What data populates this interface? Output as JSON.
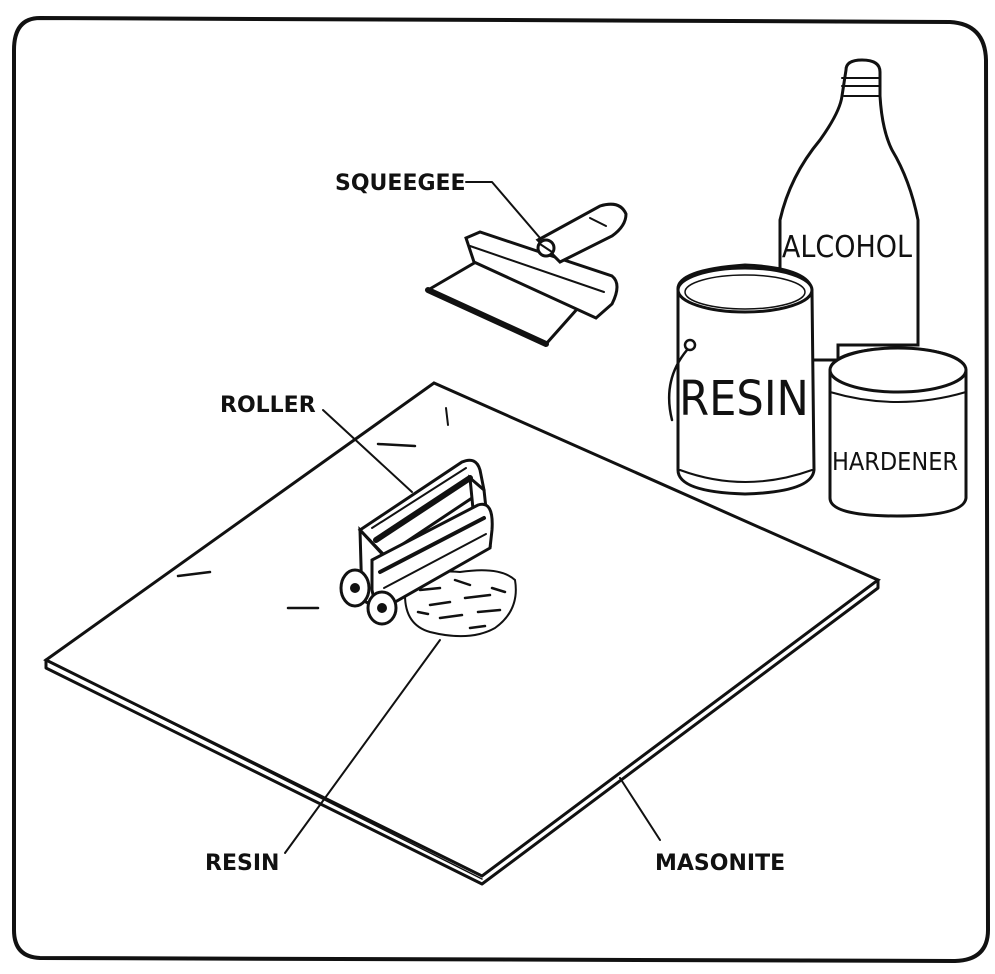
{
  "labels": {
    "squeegee": "SQUEEGEE",
    "roller": "ROLLER",
    "resin_label": "RESIN",
    "masonite": "MASONITE"
  },
  "containers": {
    "alcohol": "ALCOHOL",
    "resin": "RESIN",
    "hardener": "HARDENER"
  }
}
